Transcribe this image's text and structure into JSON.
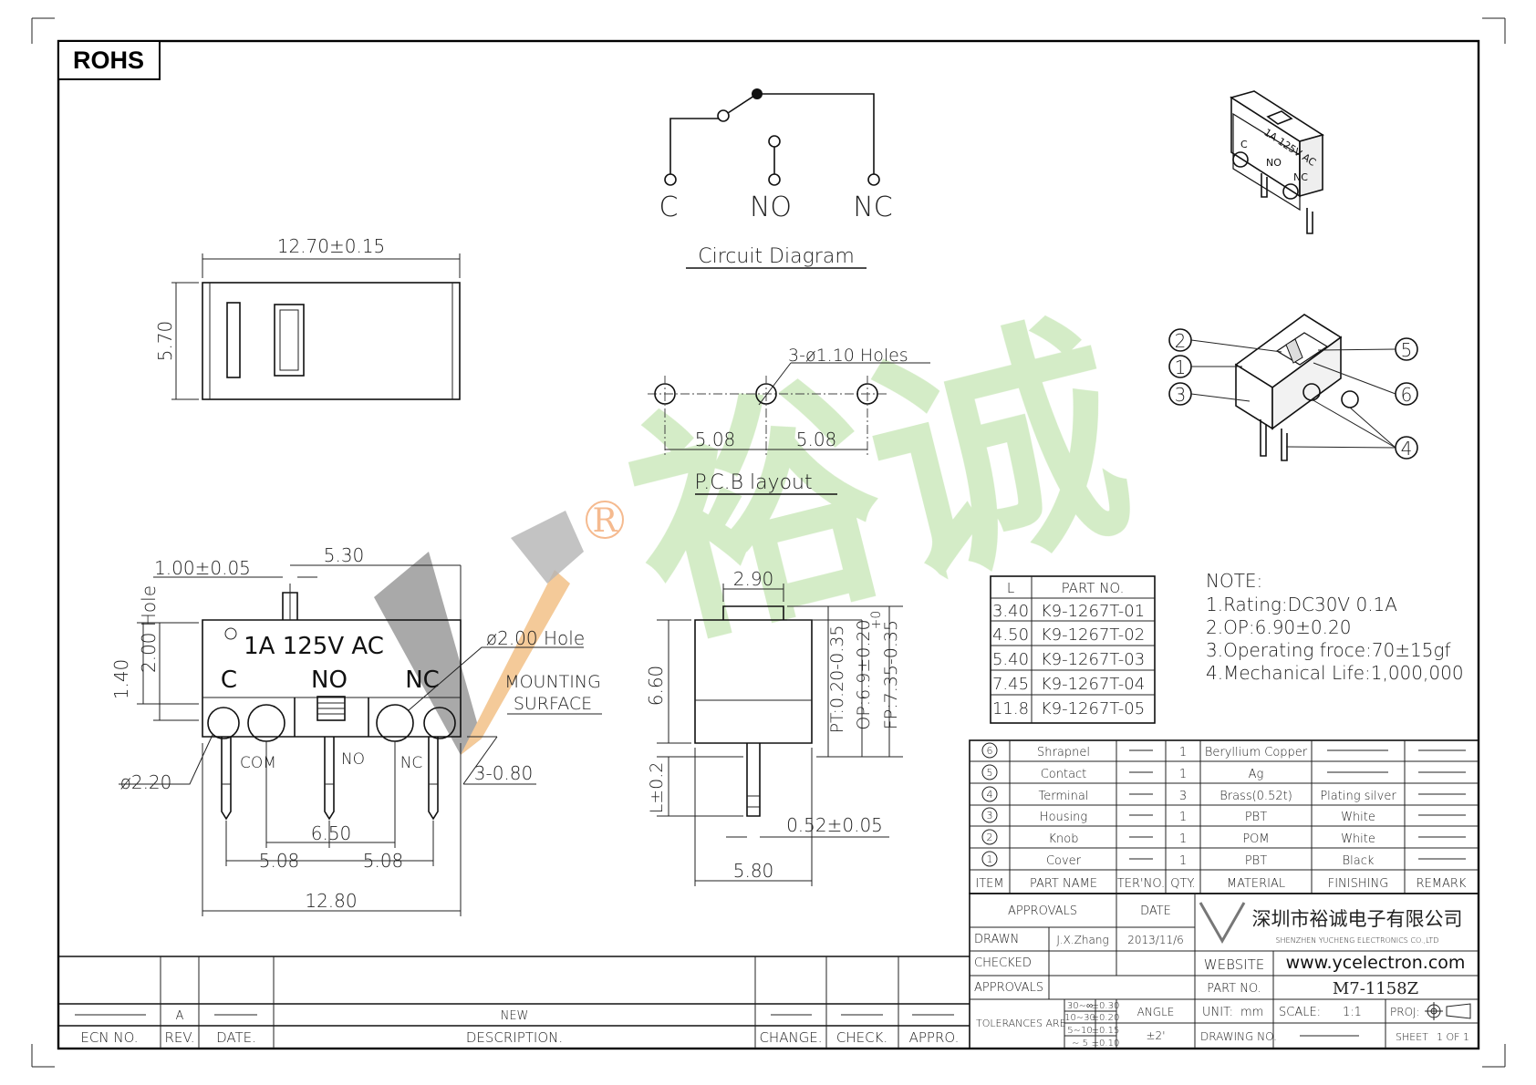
{
  "badge": "ROHS",
  "circuit": {
    "title": "Circuit Diagram",
    "terminals": [
      "C",
      "NO",
      "NC"
    ]
  },
  "top_view": {
    "width_dim": "12.70±0.15",
    "height_dim": "5.70"
  },
  "pcb": {
    "title": "P.C.B layout",
    "holes": "3-ø1.10 Holes",
    "pitch_left": "5.08",
    "pitch_right": "5.08"
  },
  "front_view": {
    "dims": {
      "hole_width": "1.00±0.05",
      "top_offset": "5.30",
      "hole_height": "2.00 Hole",
      "base_height": "1.40",
      "big_hole": "ø2.00 Hole",
      "small_hole": "ø2.20",
      "mounting": "MOUNTING",
      "surface": "SURFACE",
      "pin": "3-0.80",
      "span": "6.50",
      "pitch_left": "5.08",
      "pitch_right": "5.08",
      "total": "12.80"
    },
    "rating_print": "1A 125V AC",
    "labels_upper": [
      "C",
      "NO",
      "NC"
    ],
    "labels_lower": [
      "COM",
      "NO",
      "NC"
    ]
  },
  "side_view": {
    "dims": {
      "top": "2.90",
      "body": "6.60",
      "pt": "PT:0.20-0.35",
      "op": "OP:6.9±0.20",
      "fp": "FP:7.35-0.35",
      "fp_tol": "+0",
      "leg": "L±0.2",
      "pin_width": "0.52±0.05",
      "width": "5.80"
    }
  },
  "iso_view": {
    "print": [
      "1A 125V AC",
      "C",
      "NO",
      "NC"
    ]
  },
  "exploded": {
    "callouts": [
      "2",
      "1",
      "3",
      "5",
      "6",
      "4"
    ]
  },
  "watermark": {
    "mark": "V",
    "registered": "R",
    "chars": "裕诚"
  },
  "part_table": {
    "headers": [
      "L",
      "PART NO."
    ],
    "rows": [
      [
        "3.40",
        "K9-1267T-01"
      ],
      [
        "4.50",
        "K9-1267T-02"
      ],
      [
        "5.40",
        "K9-1267T-03"
      ],
      [
        "7.45",
        "K9-1267T-04"
      ],
      [
        "11.8",
        "K9-1267T-05"
      ]
    ]
  },
  "notes": {
    "title": "NOTE:",
    "items": [
      "1.Rating:DC30V  0.1A",
      "2.OP:6.90±0.20",
      "3.Operating  froce:70±15gf",
      "4.Mechanical  Life:1,000,000"
    ]
  },
  "bom": {
    "headers": [
      "ITEM",
      "PART NAME",
      "TER'NO.",
      "QTY.",
      "MATERIAL",
      "FINISHING",
      "REMARK"
    ],
    "rows": [
      {
        "item": "6",
        "name": "Shrapnel",
        "qty": "1",
        "material": "Beryllium  Copper",
        "finishing": ""
      },
      {
        "item": "5",
        "name": "Contact",
        "qty": "1",
        "material": "Ag",
        "finishing": ""
      },
      {
        "item": "4",
        "name": "Terminal",
        "qty": "3",
        "material": "Brass(0.52t)",
        "finishing": "Plating  silver"
      },
      {
        "item": "3",
        "name": "Housing",
        "qty": "1",
        "material": "PBT",
        "finishing": "White"
      },
      {
        "item": "2",
        "name": "Knob",
        "qty": "1",
        "material": "POM",
        "finishing": "White"
      },
      {
        "item": "1",
        "name": "Cover",
        "qty": "1",
        "material": "PBT",
        "finishing": "Black"
      }
    ]
  },
  "title_block": {
    "approvals_label": "APPROVALS",
    "date_label": "DATE",
    "company_cn": "深圳市裕诚电子有限公司",
    "company_en": "SHENZHEN YUCHENG ELECTRONICS CO.,LTD",
    "drawn_label": "DRAWN",
    "drawn_by": "J.X.Zhang",
    "drawn_date": "2013/11/6",
    "checked_label": "CHECKED",
    "approvals2_label": "APPROVALS",
    "website_label": "WEBSITE",
    "website": "www.ycelectron.com",
    "part_no_label": "PART  NO.",
    "part_no": "M7-1158Z",
    "tolerances_label": "TOLERANCES  ARE",
    "tol_ranges": [
      "30~∞",
      "10~30",
      "5~10",
      "~ 5"
    ],
    "tol_values": [
      "±0.30",
      "±0.20",
      "±0.15",
      "±0.10"
    ],
    "angle_label": "ANGLE",
    "angle_value": "±2'",
    "unit_label": "UNIT:",
    "unit_value": "mm",
    "scale_label": "SCALE:",
    "scale_value": "1:1",
    "proj_label": "PROJ:",
    "drawing_no_label": "DRAWING  NO.",
    "sheet_label": "SHEET",
    "sheet_value": "1  OF  1"
  },
  "revision_block": {
    "headers": [
      "ECN  NO.",
      "REV.",
      "DATE.",
      "DESCRIPTION.",
      "CHANGE.",
      "CHECK.",
      "APPRO."
    ],
    "row": {
      "rev": "A",
      "description": "NEW"
    }
  }
}
